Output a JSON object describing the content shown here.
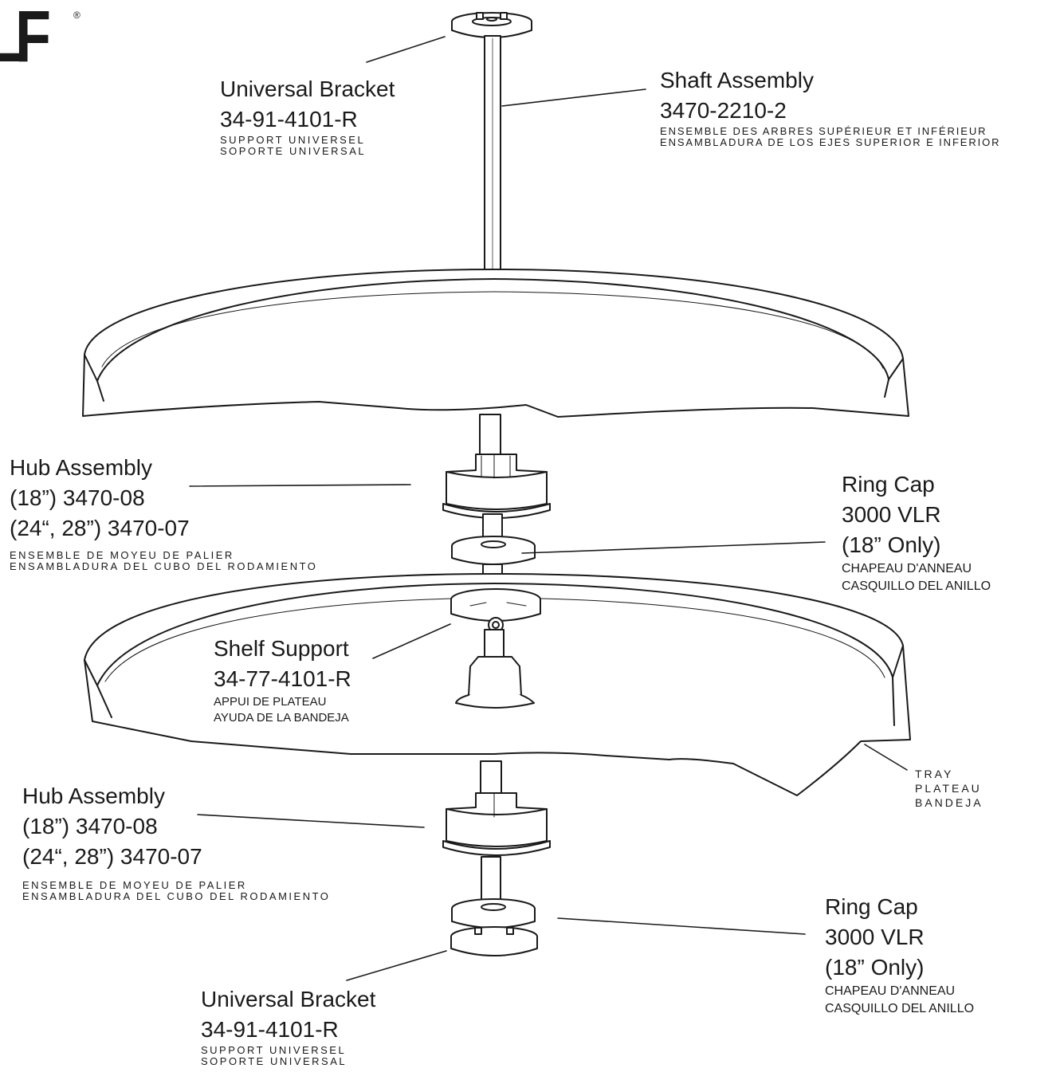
{
  "logo": {
    "text": "LF",
    "reg": "®"
  },
  "labels": {
    "bracket_top": {
      "title": "Universal Bracket",
      "part": "34-91-4101-R",
      "fr": "SUPPORT UNIVERSEL",
      "es": "SOPORTE UNIVERSAL"
    },
    "shaft": {
      "title": "Shaft Assembly",
      "part": "3470-2210-2",
      "fr": "ENSEMBLE DES ARBRES SUPÉRIEUR ET INFÉRIEUR",
      "es": "ENSAMBLADURA DE LOS EJES SUPERIOR E INFERIOR"
    },
    "hub_top": {
      "title": "Hub Assembly",
      "line2": "(18”) 3470-08",
      "line3": "(24“, 28”) 3470-07",
      "fr": "ENSEMBLE DE MOYEU DE PALIER",
      "es": "ENSAMBLADURA DEL CUBO DEL RODAMIENTO"
    },
    "ringcap_top": {
      "title": "Ring Cap",
      "part": "3000 VLR",
      "note": "(18” Only)",
      "fr": "CHAPEAU D'ANNEAU",
      "es": "CASQUILLO DEL ANILLO"
    },
    "shelf_support": {
      "title": "Shelf Support",
      "part": "34-77-4101-R",
      "fr": "APPUI DE PLATEAU",
      "es": "AYUDA DE LA BANDEJA"
    },
    "tray": {
      "en": "TRAY",
      "fr": "PLATEAU",
      "es": "BANDEJA"
    },
    "hub_bottom": {
      "title": "Hub Assembly",
      "line2": "(18”) 3470-08",
      "line3": "(24“, 28”) 3470-07",
      "fr": "ENSEMBLE DE MOYEU DE PALIER",
      "es": "ENSAMBLADURA DEL CUBO DEL RODAMIENTO"
    },
    "ringcap_bottom": {
      "title": "Ring Cap",
      "part": "3000 VLR",
      "note": "(18” Only)",
      "fr": "CHAPEAU D'ANNEAU",
      "es": "CASQUILLO DEL ANILLO"
    },
    "bracket_bottom": {
      "title": "Universal Bracket",
      "part": "34-91-4101-R",
      "fr": "SUPPORT UNIVERSEL",
      "es": "SOPORTE UNIVERSAL"
    }
  },
  "colors": {
    "stroke": "#1a1a1a",
    "fill": "#ffffff"
  }
}
